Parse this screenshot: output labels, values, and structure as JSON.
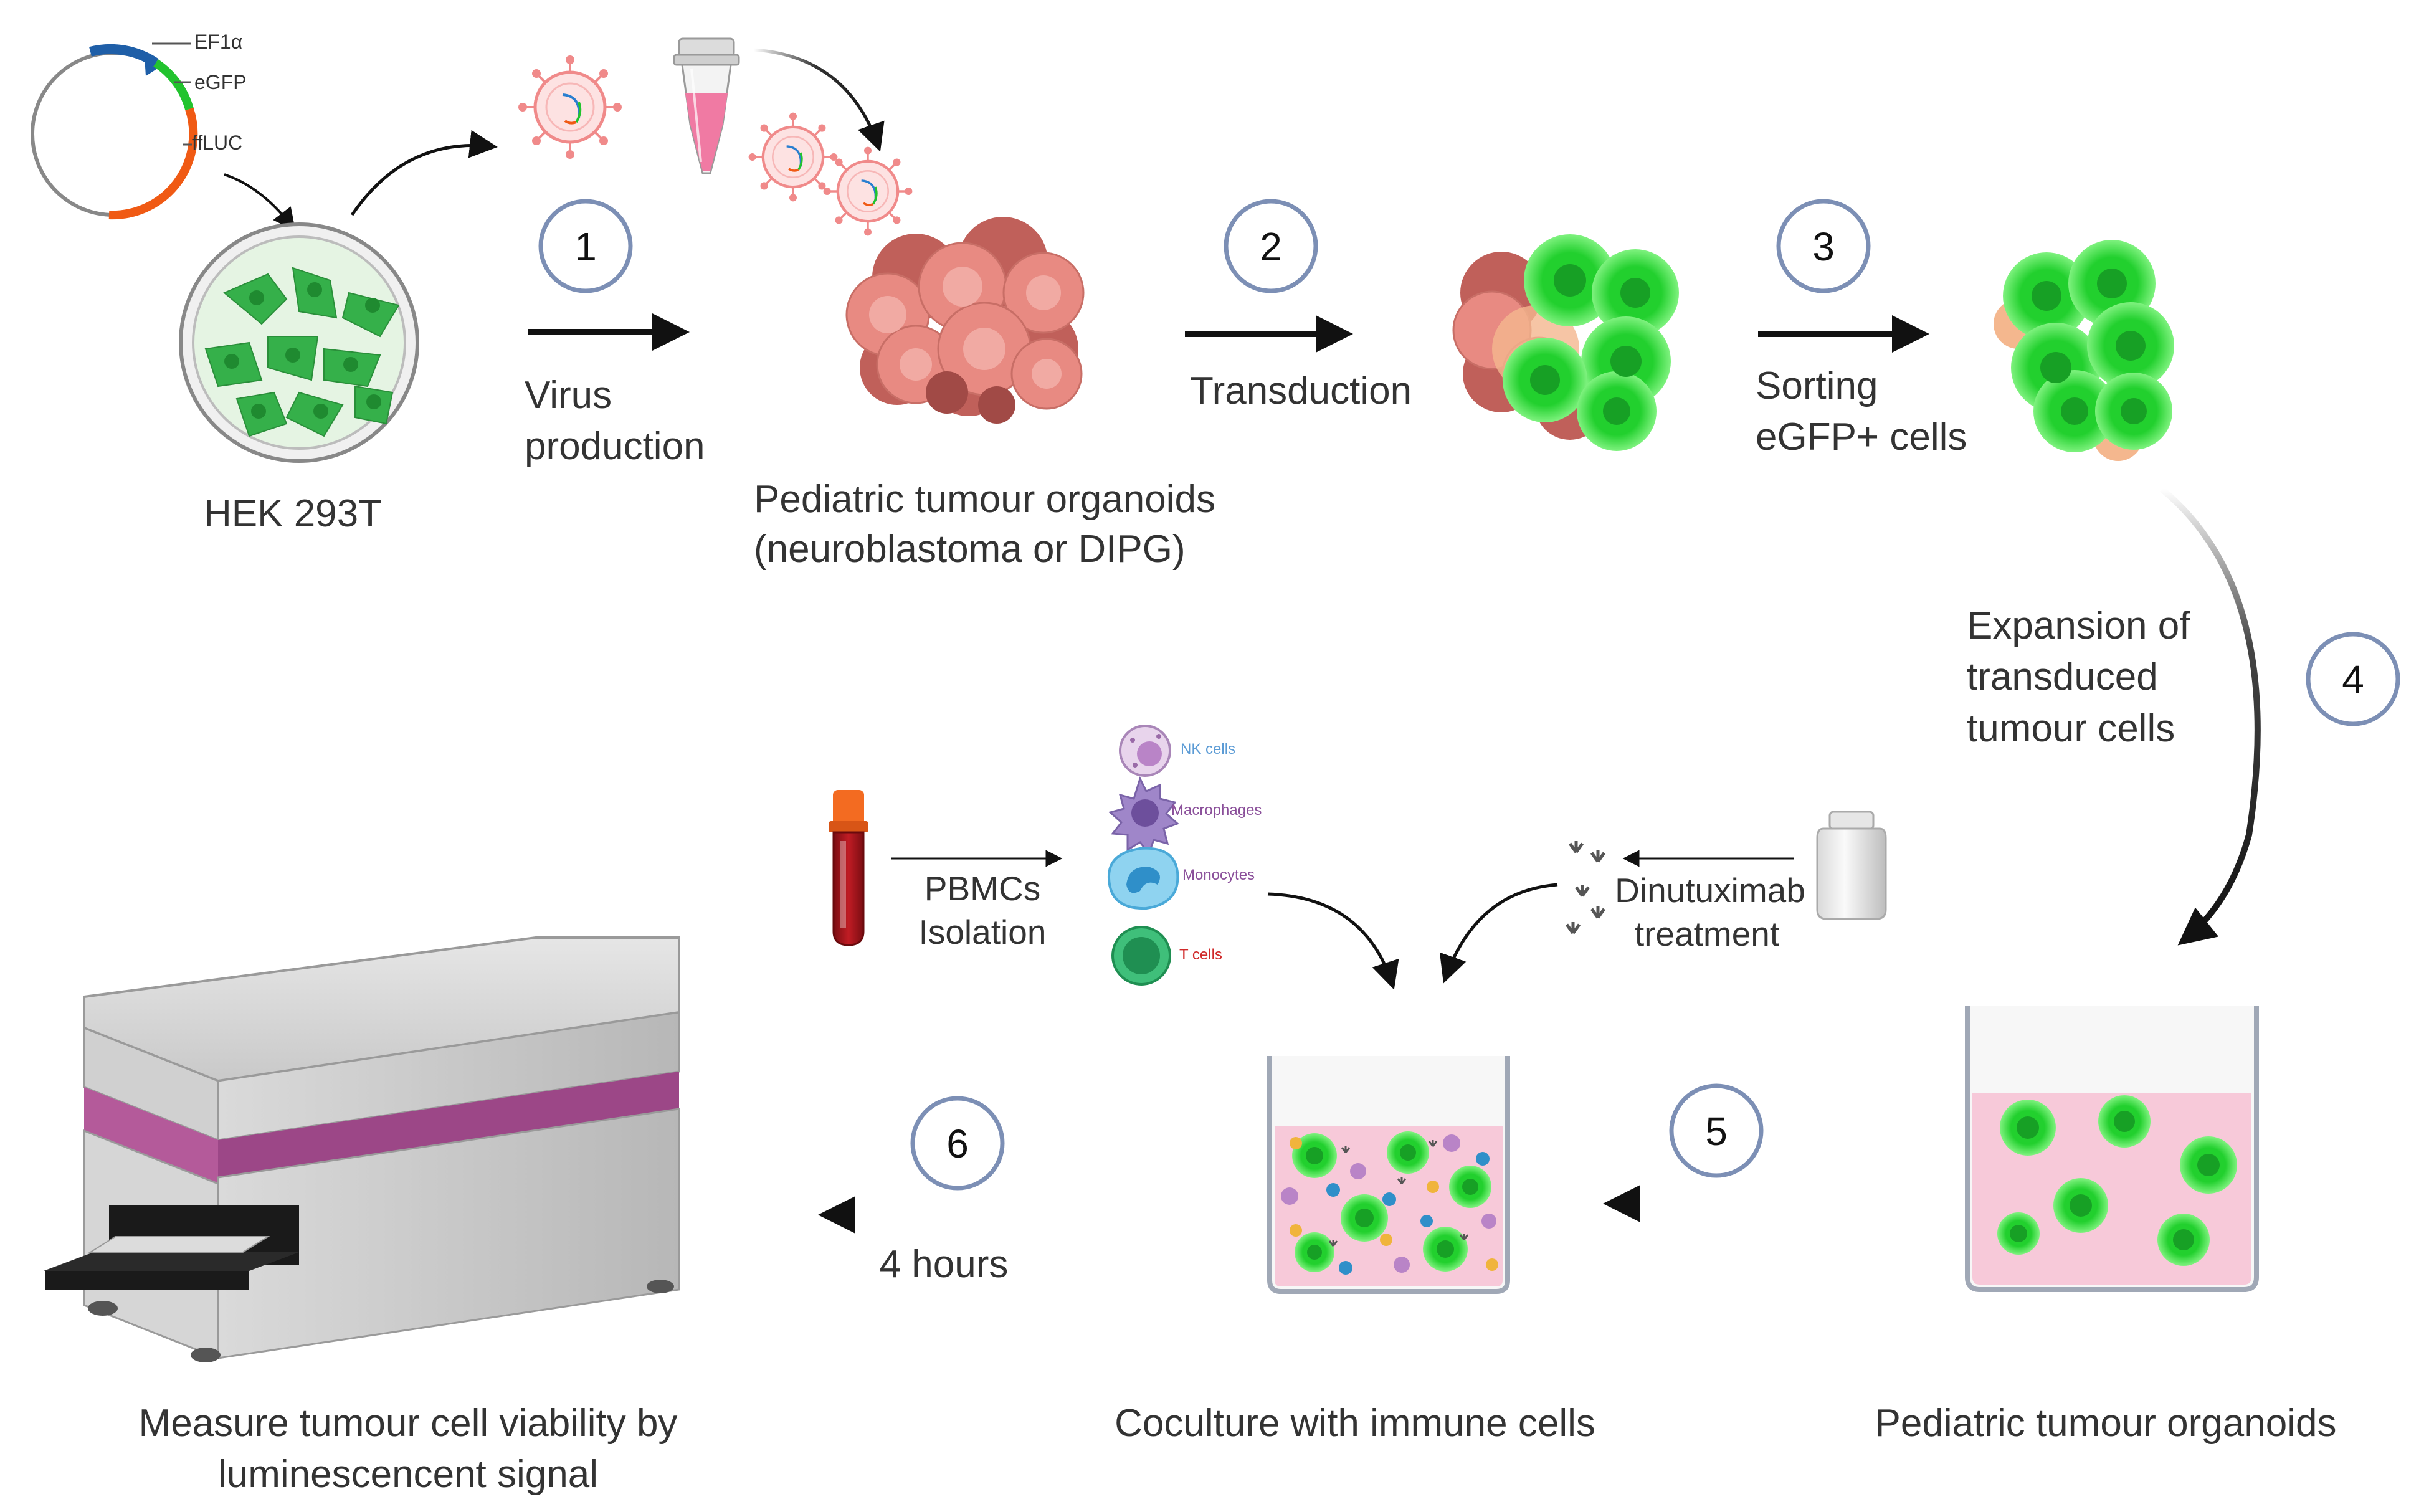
{
  "plasmid": {
    "labels": [
      "EF1α",
      "eGFP",
      "ffLUC"
    ]
  },
  "labels": {
    "hek": "HEK 293T",
    "virus_production_1": "Virus",
    "virus_production_2": "production",
    "organoids_1": "Pediatric tumour organoids",
    "organoids_2": "(neuroblastoma or DIPG)",
    "transduction": "Transduction",
    "sorting_1": "Sorting",
    "sorting_2": "eGFP+ cells",
    "expansion_1": "Expansion of",
    "expansion_2": "transduced",
    "expansion_3": "tumour cells",
    "pbmcs_1": "PBMCs",
    "pbmcs_2": "Isolation",
    "dinutuximab_1": "Dinutuximab",
    "dinutuximab_2": "treatment",
    "hours": "4 hours",
    "measure_1": "Measure tumour cell viability by",
    "measure_2": "luminescencent signal",
    "coculture": "Coculture with immune cells",
    "pediatric_organoids": "Pediatric tumour organoids"
  },
  "immune_cells": [
    "NK cells",
    "Macrophages",
    "Monocytes",
    "T cells"
  ],
  "steps": [
    "1",
    "2",
    "3",
    "4",
    "5",
    "6"
  ],
  "colors": {
    "egfp": "#22c32e",
    "tumour": "#e8877f",
    "media": "#f7c9d9",
    "reader_stripe": "#b45a9a",
    "step_ring": "#7c8fb5",
    "ef1a": "#1f5fa8",
    "fluc": "#f05a14"
  }
}
